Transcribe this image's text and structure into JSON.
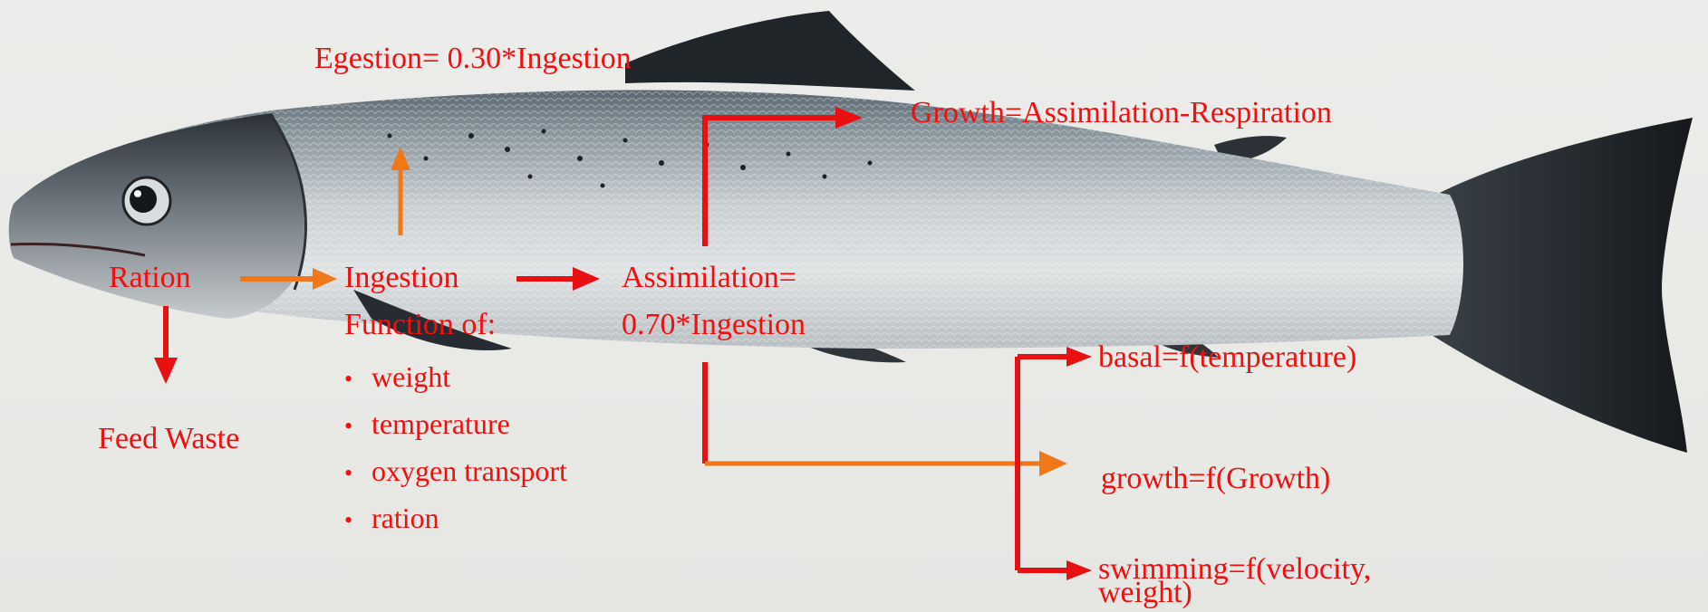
{
  "diagram": {
    "egestion": "Egestion= 0.30*Ingestion",
    "growth": "Growth=Assimilation-Respiration",
    "ration": "Ration",
    "ingestion": "Ingestion",
    "function_of": "Function of:",
    "factors": [
      "weight",
      "temperature",
      "oxygen transport",
      "ration"
    ],
    "assimilation_line1": "Assimilation=",
    "assimilation_line2": "0.70*Ingestion",
    "feed_waste": "Feed Waste",
    "respiration_terms": {
      "basal": "basal=f(temperature)",
      "growth": "growth=f(Growth)",
      "swimming_line1": "swimming=f(velocity,",
      "swimming_line2": "weight)"
    }
  },
  "colors": {
    "label_red": "#f01010",
    "arrow_red": "#e81010",
    "arrow_orange": "#f07818",
    "background": "#ebebe9"
  }
}
